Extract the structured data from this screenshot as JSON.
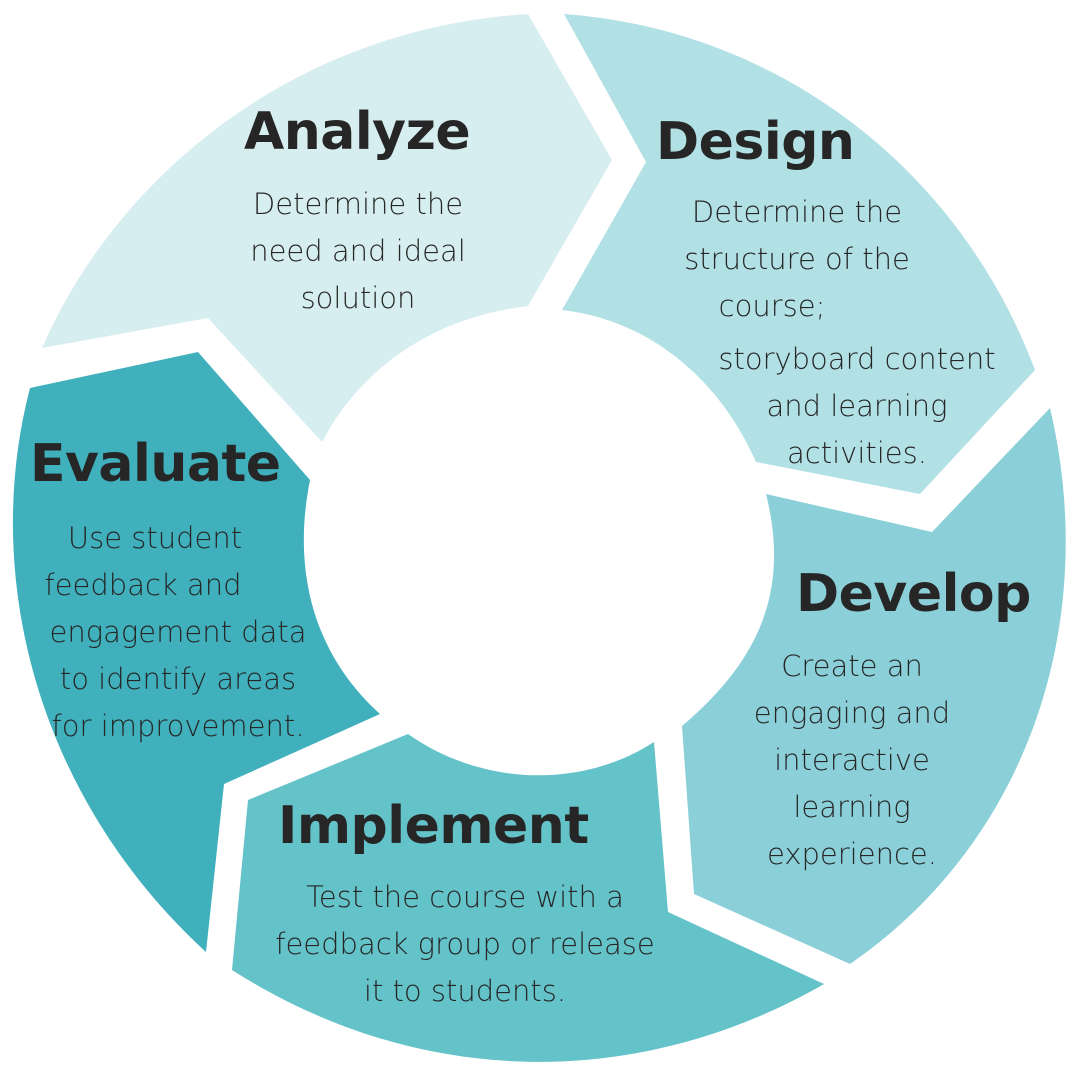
{
  "diagram": {
    "type": "cycle",
    "center_color": "#ffffff",
    "stages": [
      {
        "name": "Analyze",
        "color": "#d7eef0",
        "lines": [
          "Determine the",
          "need and ideal",
          "solution"
        ]
      },
      {
        "name": "Design",
        "color": "#b1e0e5",
        "lines": [
          "Determine the",
          "structure of the",
          "course;",
          "storyboard content",
          "and learning",
          "activities."
        ]
      },
      {
        "name": "Develop",
        "color": "#8bd0d9",
        "lines": [
          "Create an",
          "engaging and",
          "interactive",
          "learning",
          "experience."
        ]
      },
      {
        "name": "Implement",
        "color": "#64c2c9",
        "lines": [
          "Test the course with a",
          "feedback group or release",
          "it to students."
        ]
      },
      {
        "name": "Evaluate",
        "color": "#3fb0bc",
        "lines": [
          "Use student",
          "feedback and",
          "engagement data",
          "to identify areas",
          "for improvement."
        ]
      }
    ]
  }
}
